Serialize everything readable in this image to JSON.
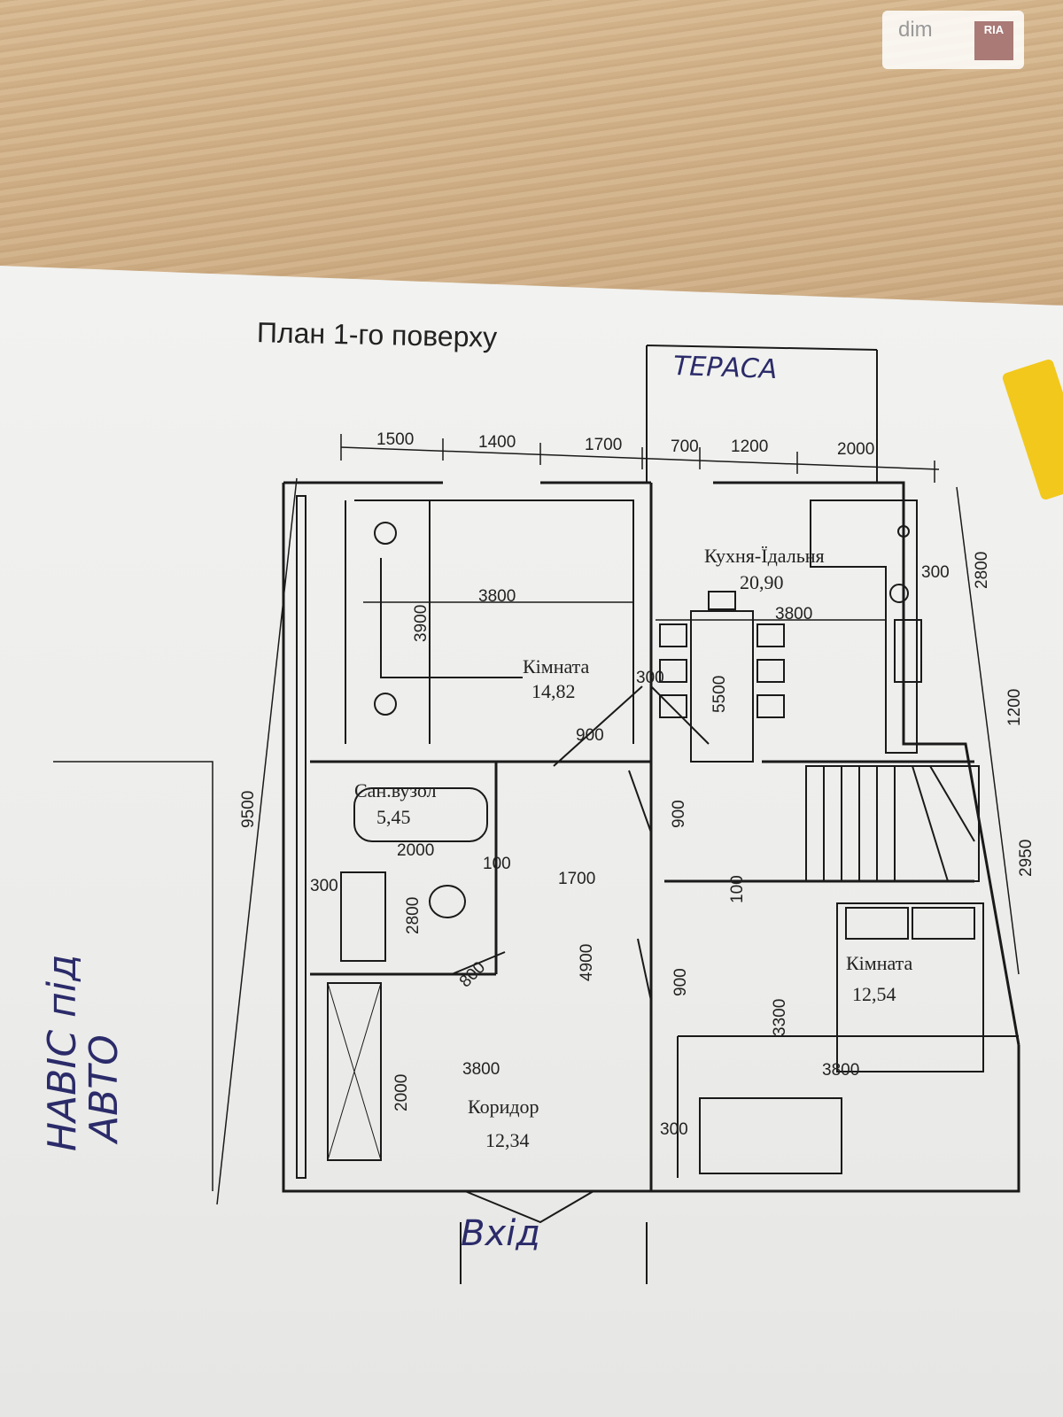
{
  "watermark": {
    "text": "dim",
    "badge": "RIA"
  },
  "plan": {
    "title": "План 1-го поверху",
    "terrace": "ТЕРАСА",
    "entrance": "Вхід",
    "carport": [
      "НАВІС під",
      "АВТО"
    ]
  },
  "rooms": {
    "room1": {
      "name": "Кімната",
      "area": "14,82"
    },
    "kitchen": {
      "name": "Кухня-Їдальня",
      "area": "20,90"
    },
    "bath": {
      "name": "Сан.вузол",
      "area": "5,45"
    },
    "room2": {
      "name": "Кімната",
      "area": "12,54"
    },
    "corridor": {
      "name": "Коридор",
      "area": "12,34"
    }
  },
  "dims": {
    "top": [
      "1500",
      "1400",
      "1700",
      "700",
      "1200",
      "2000"
    ],
    "d3800a": "3800",
    "d3900": "3900",
    "d300a": "300",
    "d900a": "900",
    "d3800b": "3800",
    "d5500": "5500",
    "d300b": "300",
    "d2800r": "2800",
    "d1200r": "1200",
    "d2950": "2950",
    "d9500": "9500",
    "d2000a": "2000",
    "d100a": "100",
    "d1700": "1700",
    "d300c": "300",
    "d2800b": "2800",
    "d800": "800",
    "d4900": "4900",
    "d900b": "900",
    "d900c": "900",
    "d100b": "100",
    "d3300": "3300",
    "d3800c": "3800",
    "d2000b": "2000",
    "d3800d": "3800",
    "d300d": "300"
  }
}
